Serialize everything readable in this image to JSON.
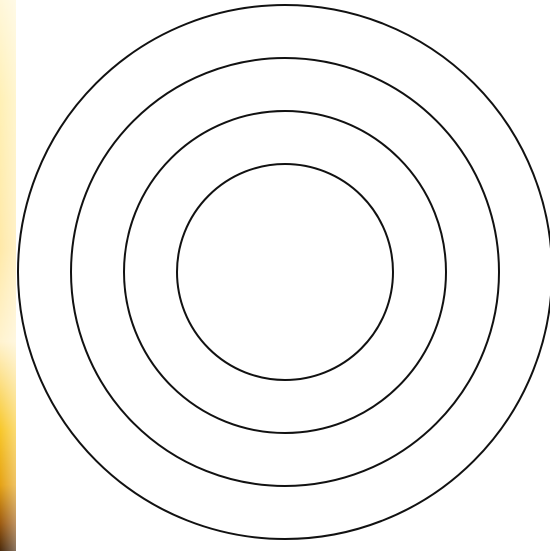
{
  "diagram": {
    "type": "concentric-circles",
    "ring_count": 4,
    "stroke_color": "#111111",
    "fill_color": "#ffffff"
  },
  "side_image": {
    "icon": "sunset-photo-edge",
    "colors": [
      "#fff6d2",
      "#ffe27a",
      "#f6c21e",
      "#e69a10",
      "#b55d06",
      "#4a2a0c"
    ]
  }
}
